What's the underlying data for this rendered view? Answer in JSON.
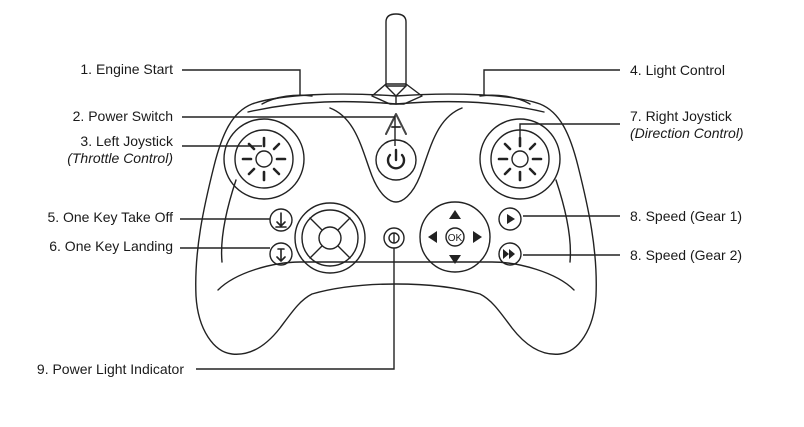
{
  "labels": {
    "engine_start": "1. Engine Start",
    "power_switch": "2. Power Switch",
    "left_joystick": "3. Left Joystick",
    "left_joystick_sub": "(Throttle Control)",
    "light_control": "4. Light Control",
    "take_off": "5. One Key Take Off",
    "landing": "6. One Key Landing",
    "right_joystick": "7. Right Joystick",
    "right_joystick_sub": "(Direction Control)",
    "speed_gear1": "8. Speed (Gear 1)",
    "speed_gear2": "8. Speed (Gear 2)",
    "power_light": "9. Power Light Indicator"
  },
  "buttons": {
    "ok": "OK"
  }
}
